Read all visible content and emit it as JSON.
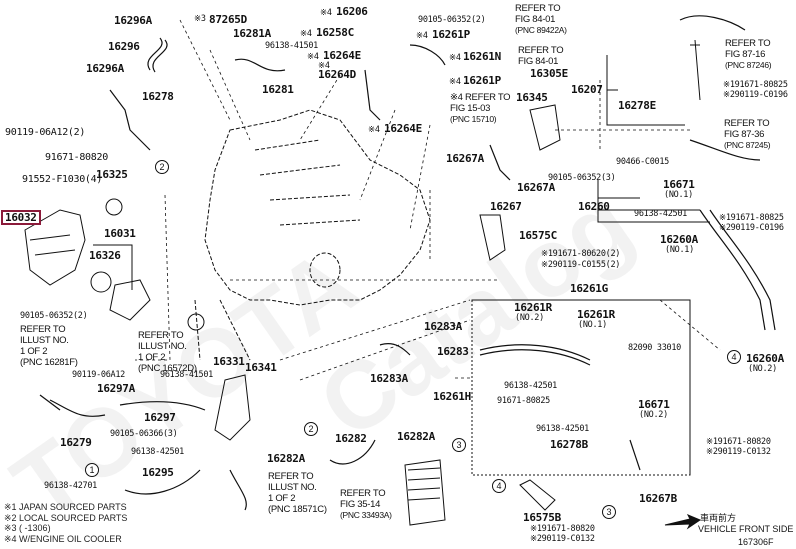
{
  "figure_id": "167306F",
  "highlight_color": "#8b1a3a",
  "watermark_text": "ToyotaCatalog",
  "highlighted_part": "16032",
  "parts": {
    "p16296A_top": "16296A",
    "p16296": "16296",
    "p16296A_bot": "16296A",
    "p16278": "16278",
    "p90119_06A12_2": "90119-06A12(2)",
    "p91671_80820": "91671-80820",
    "p91552": "91552-F1030(4)",
    "p16325": "16325",
    "p16032": "16032",
    "p16031": "16031",
    "p16326": "16326",
    "p87265D": "87265D",
    "p87265D_note": "※3",
    "p16281A": "16281A",
    "p96138_41501_top": "96138-41501",
    "p16281": "16281",
    "p16206": "16206",
    "p16258C": "16258C",
    "p16264E_top": "16264E",
    "p16264D": "16264D",
    "p16264E_mid": "16264E",
    "p90105_06352_2": "90105-06352(2)",
    "p16261P_a": "16261P",
    "p16261N": "16261N",
    "p16261P_b": "16261P",
    "note4": "※4",
    "p16305E": "16305E",
    "p16345": "16345",
    "p16207": "16207",
    "p16278E": "16278E",
    "p16267A_a": "16267A",
    "p16267A_b": "16267A",
    "p16267": "16267",
    "p90466": "90466-C0015",
    "p90105_06352_3": "90105-06352(3)",
    "p16671_no1": "16671",
    "no1": "(NO.1)",
    "p16260": "16260",
    "p96138_42501_r": "96138-42501",
    "p91671_80825": "※191671-80825",
    "p90119_C0196": "※290119-C0196",
    "p91671_80825_top": "※191671-80825",
    "p90119_C0196_top": "※290119-C0196",
    "p16575C": "16575C",
    "p91671_80620": "※191671-80620(2)",
    "p90119_C0155": "※290119-C0155(2)",
    "p16260A_no1": "16260A",
    "p16260A_no2": "16260A",
    "no2": "(NO.2)",
    "p16261G": "16261G",
    "p16261R_no2": "16261R",
    "p16261R_no1": "16261R",
    "p82090": "82090  33010",
    "p96138_42501_g1": "96138-42501",
    "p91671_80825_g": "91671-80825",
    "p16671_no2": "16671",
    "p96138_42501_g2": "96138-42501",
    "p16278B": "16278B",
    "p91671_80820_r": "※191671-80820",
    "p90119_C0132_r": "※290119-C0132",
    "p16267B": "16267B",
    "p16575B": "16575B",
    "p91671_80820_b": "※191671-80820",
    "p90119_C0132_b": "※290119-C0132",
    "p16283A_a": "16283A",
    "p16283": "16283",
    "p16283A_b": "16283A",
    "p16261H": "16261H",
    "p16331": "16331",
    "p16341": "16341",
    "p96138_41501_l": "96138-41501",
    "p90105_06352_2l": "90105-06352(2)",
    "p90119_06A12": "90119-06A12",
    "p16297A": "16297A",
    "p16297": "16297",
    "p90105_06366": "90105-06366(3)",
    "p96138_42501_l": "96138-42501",
    "p16279": "16279",
    "p16295": "16295",
    "p96138_42701": "96138-42701",
    "p16282": "16282",
    "p16282A_a": "16282A",
    "p16282A_b": "16282A"
  },
  "refers": {
    "fig84_01_a": [
      "REFER TO",
      "FIG 84-01",
      "(PNC 89422A)"
    ],
    "fig84_01_b": [
      "REFER TO",
      "FIG 84-01"
    ],
    "fig87_16": [
      "REFER TO",
      "FIG 87-16",
      "(PNC 87246)"
    ],
    "fig87_36": [
      "REFER TO",
      "FIG 87-36",
      "(PNC 87245)"
    ],
    "fig15_03": [
      "※4 REFER TO",
      "FIG 15-03",
      "(PNC 15710)"
    ],
    "illust_1628": [
      "REFER TO",
      "ILLUST NO.",
      "1 OF 2",
      "(PNC 16281F)"
    ],
    "illust_6572": [
      "REFER TO",
      "ILLUST NO.",
      "1 OF 2",
      "(PNC 16572D)"
    ],
    "illust_1857": [
      "REFER TO",
      "ILLUST NO.",
      "1 OF 2",
      "(PNC 18571C)"
    ],
    "fig35_14": [
      "REFER TO",
      "FIG 35-14",
      "(PNC 33493A)"
    ]
  },
  "circles": {
    "c1": "1",
    "c2": "2",
    "c3": "3",
    "c4": "4"
  },
  "notes": [
    "※1 JAPAN SOURCED PARTS",
    "※2 LOCAL SOURCED PARTS",
    "※3 (      -1306)",
    "※4 W/ENGINE OIL COOLER"
  ],
  "vehicle_front": {
    "jp": "車両前方",
    "en": "VEHICLE FRONT SIDE"
  }
}
